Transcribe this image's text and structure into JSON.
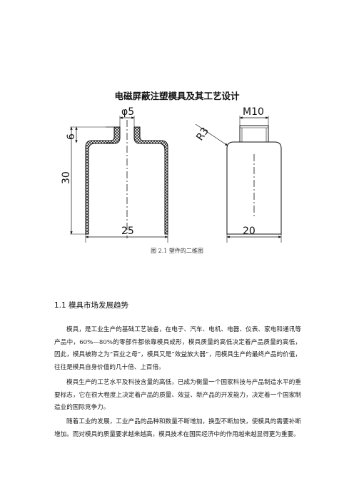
{
  "document": {
    "title": "电磁屏蔽注塑模具及其工艺设计",
    "figure": {
      "dim_phi5": "φ5",
      "dim_6": "6",
      "dim_30": "30",
      "dim_25": "25",
      "dim_m10": "M10",
      "dim_r3": "R3",
      "dim_20": "20",
      "caption": "图 2.1  塑件的二维图"
    },
    "section_heading": "1.1  模具市场发展趋势",
    "paragraphs": [
      "模具，是工业生产的基础工艺装备，在电子、汽车、电机、电器、仪表、家电和通讯等产品中，60%—80%的零部件都依靠模具成形，模具质量的高低决定着产品质量的高低，因此，模具被称之为“百业之母”，模具又是“效益放大器”，用模具生产的最终产品的价值，往往是模具自身价值的几十倍、上百倍。",
      "模具生产的工艺水平及科技含量的高低，已成为衡量一个国家科技与产品制造水平的重要标志，它在很大程度上决定着产品的质量、效益、新产品的开发能力，决定着一个国家制造业的国际竞争力。",
      "随着工业的发展，工业产品的品种和数量不断增加，换型不断加快，使模具的需要补断增加。而对模具的质量要求越来越高，模具技术在国民经济中的作用越来越显得更为重要。"
    ]
  }
}
